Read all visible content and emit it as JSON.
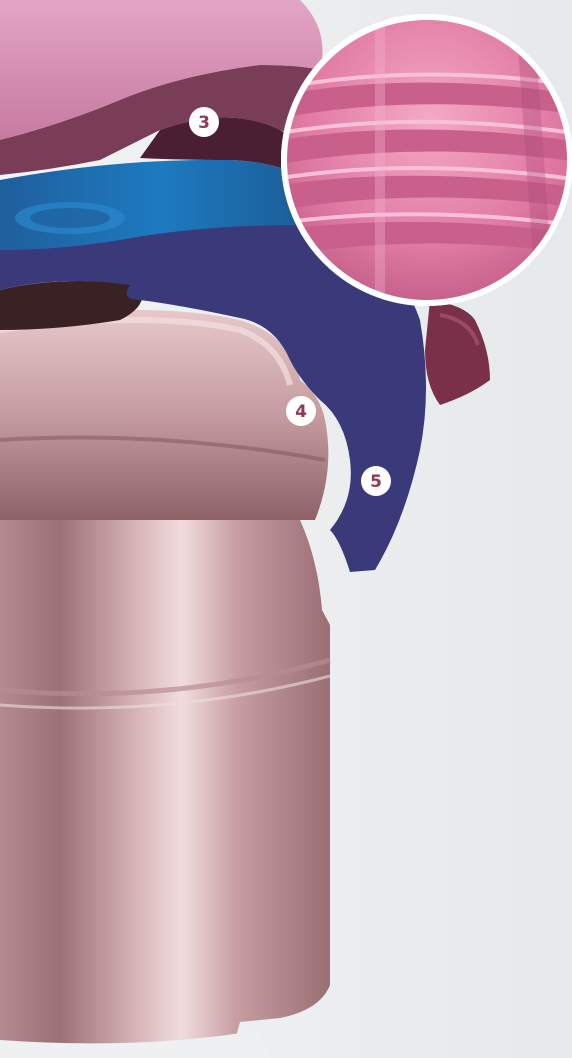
{
  "diagram": {
    "callouts": [
      {
        "id": "callout-3",
        "label": "3"
      },
      {
        "id": "callout-4",
        "label": "4"
      },
      {
        "id": "callout-5",
        "label": "5"
      }
    ],
    "parts": {
      "cap": {
        "color": "#d07ea8",
        "shade": "#7a3d58"
      },
      "seal": {
        "color": "#1a6fae"
      },
      "housing": {
        "color": "#3a3a7a"
      },
      "abutment": {
        "color": "#caa0a4",
        "shade": "#8a6064"
      },
      "magnified_thread": {
        "color": "#e07aa2"
      }
    }
  }
}
